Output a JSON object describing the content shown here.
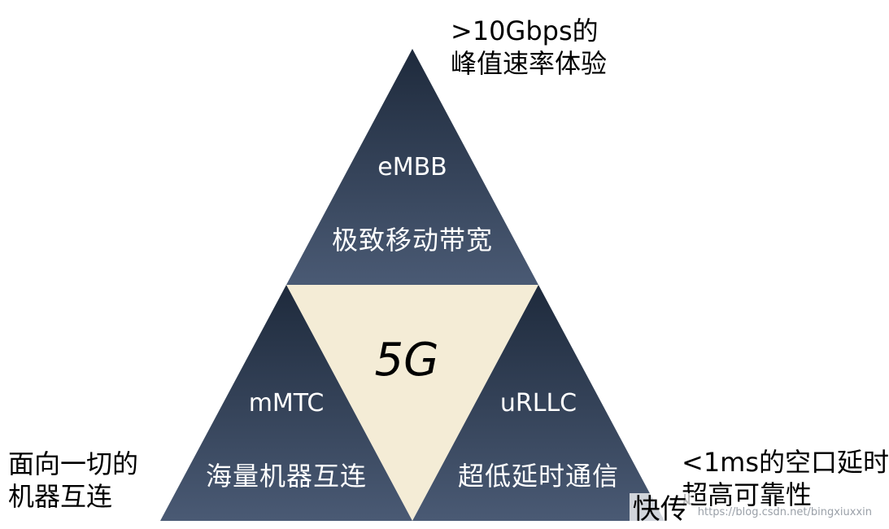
{
  "colors": {
    "triangle_fill_top": "#45536c",
    "triangle_fill_bottom": "#1e2a3c",
    "center_fill": "#f4ecd6",
    "text_light": "#ffffff",
    "text_dark": "#000000"
  },
  "top": {
    "title": "eMBB",
    "subtitle": "极致移动带宽",
    "note_line1": ">10Gbps的",
    "note_line2": "峰值速率体验"
  },
  "center": {
    "label": "5G"
  },
  "left": {
    "title": "mMTC",
    "subtitle": "海量机器互连",
    "note_line1": "面向一切的",
    "note_line2": "机器互连"
  },
  "right": {
    "title": "uRLLC",
    "subtitle": "超低延时通信",
    "note_line1": "<1ms的空口延时",
    "note_line2": "超高可靠性"
  },
  "watermark": {
    "brand": "快传",
    "url": "https://blog.csdn.net/bingxiuxxin"
  }
}
